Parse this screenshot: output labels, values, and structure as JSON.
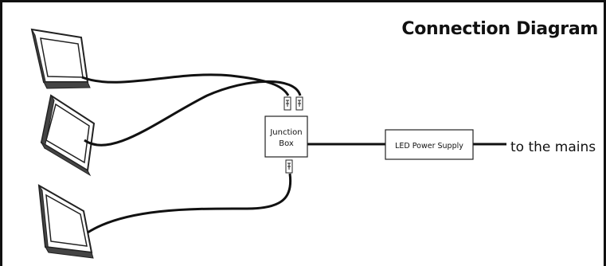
{
  "diagram": {
    "title": "Connection Diagram",
    "junction_box": {
      "line1": "Junction",
      "line2": "Box"
    },
    "power_supply": {
      "label": "LED Power Supply"
    },
    "mains_label": "to the mains"
  }
}
